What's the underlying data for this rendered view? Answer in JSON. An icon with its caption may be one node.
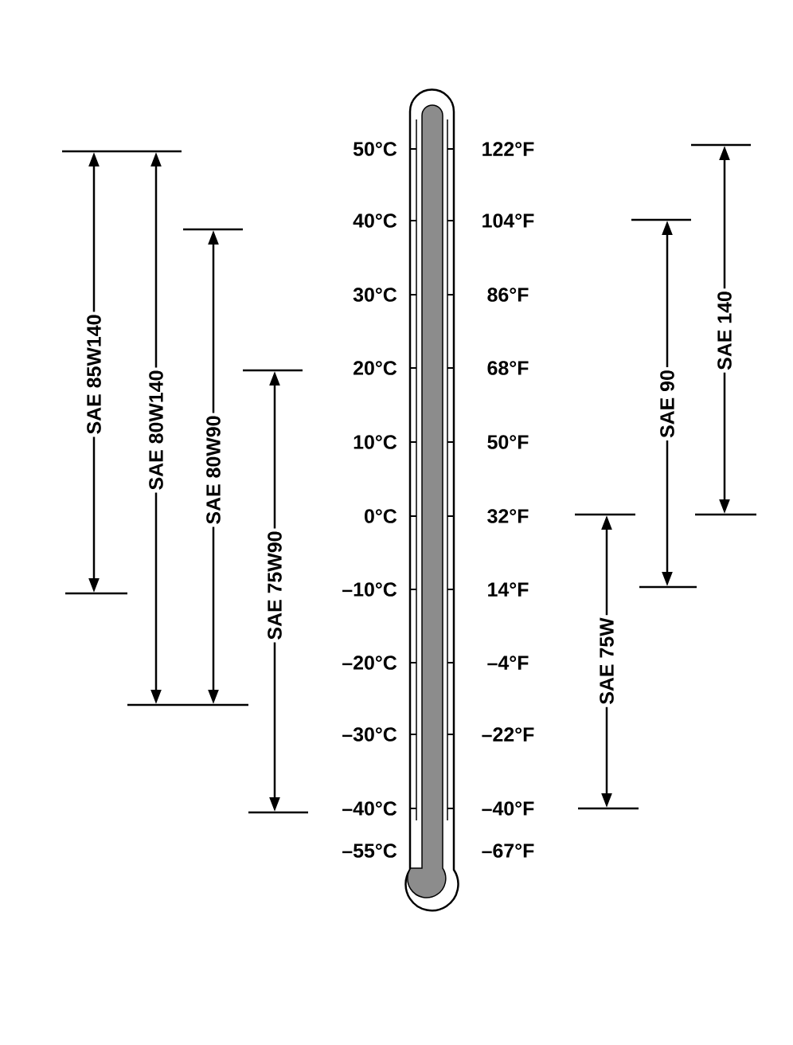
{
  "diagram": {
    "labels": [
      "SAE 85W140",
      "SAE 80W140",
      "SAE 80W90",
      "SAE 75W90",
      "50°C",
      "122°F",
      "40°C",
      "104°F",
      "30°C",
      "86°F",
      "20°C",
      "68°F",
      "10°C",
      "50°F",
      "0°C",
      "32°F",
      "–10°C",
      "14°F",
      "–20°C",
      "–4°F",
      "–30°C",
      "–22°F",
      "–40°C",
      "–40°F",
      "–55°C",
      "–67°F",
      "SAE 90",
      "SAE 140",
      "SAE 75W"
    ]
  }
}
